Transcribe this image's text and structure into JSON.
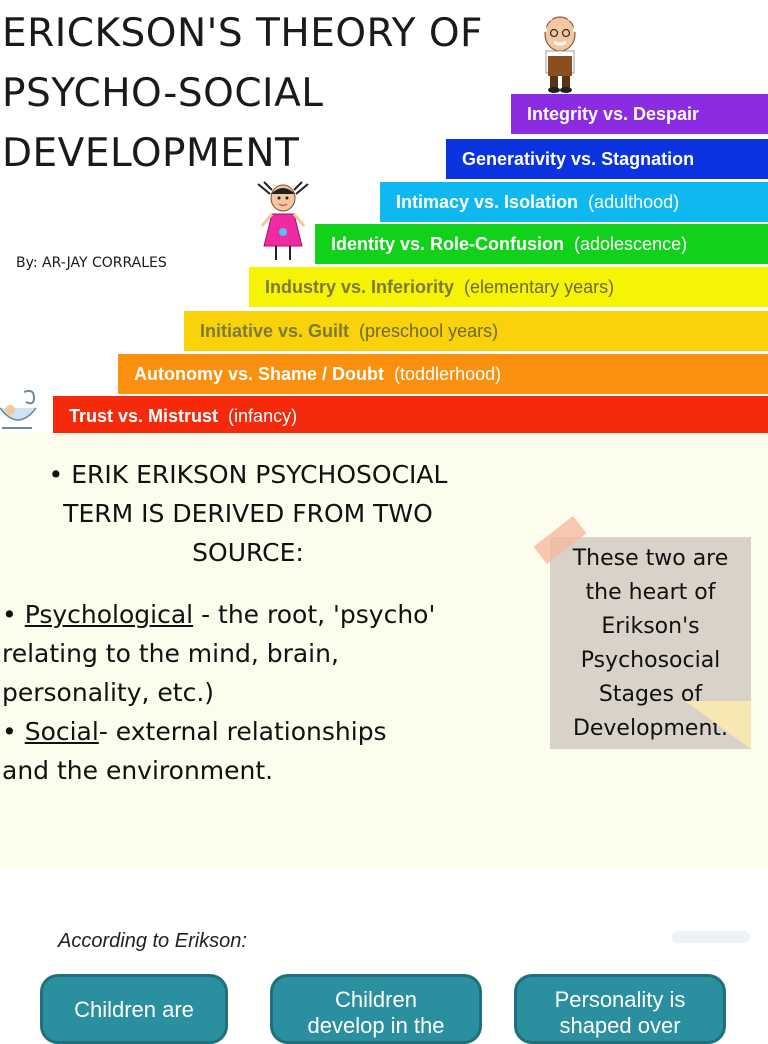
{
  "title": {
    "line1": "ERICKSON'S THEORY OF",
    "line2": "PSYCHO-SOCIAL",
    "line3": "DEVELOPMENT"
  },
  "author": "By: AR-JAY CORRALES",
  "stages": [
    {
      "name": "Integrity vs. Despair",
      "period": "",
      "color": "#8b2be2"
    },
    {
      "name": "Generativity vs. Stagnation",
      "period": "",
      "color": "#0b33e0"
    },
    {
      "name": "Intimacy vs. Isolation",
      "period": "(adulthood)",
      "color": "#0fb8f0"
    },
    {
      "name": "Identity vs. Role-Confusion",
      "period": "(adolescence)",
      "color": "#11d11a"
    },
    {
      "name": "Industry vs. Inferiority",
      "period": "(elementary years)",
      "color": "#f7f304"
    },
    {
      "name": "Initiative vs. Guilt",
      "period": "(preschool years)",
      "color": "#f9d20a"
    },
    {
      "name": "Autonomy vs. Shame / Doubt",
      "period": "(toddlerhood)",
      "color": "#fb8f0e"
    },
    {
      "name": "Trust vs. Mistrust",
      "period": "(infancy)",
      "color": "#f52a0c"
    }
  ],
  "intro": {
    "line1": "• ERIK ERIKSON PSYCHOSOCIAL",
    "line2": "TERM IS DERIVED FROM TWO",
    "line3": "SOURCE:"
  },
  "bullets": {
    "psych_term": "Psychological",
    "psych_line1": " -  the root, 'psycho'",
    "psych_line2": "relating to the mind, brain,",
    "psych_line3": "personality, etc.)",
    "social_term": "Social",
    "social_line1": "-  external relationships",
    "social_line2": "and the environment."
  },
  "note": {
    "line1": "These two are",
    "line2": "the heart of",
    "line3": "Erikson's",
    "line4": "Psychosocial",
    "line5": "Stages of",
    "line6": "Development."
  },
  "according": "According to Erikson:",
  "cards": [
    {
      "line1": "Children are",
      "line2": ""
    },
    {
      "line1": "Children",
      "line2": "develop in the"
    },
    {
      "line1": "Personality is",
      "line2": "shaped over"
    }
  ],
  "icons": {
    "elder": "elderly-man-icon",
    "girl": "girl-icon",
    "baby": "baby-cradle-icon"
  }
}
